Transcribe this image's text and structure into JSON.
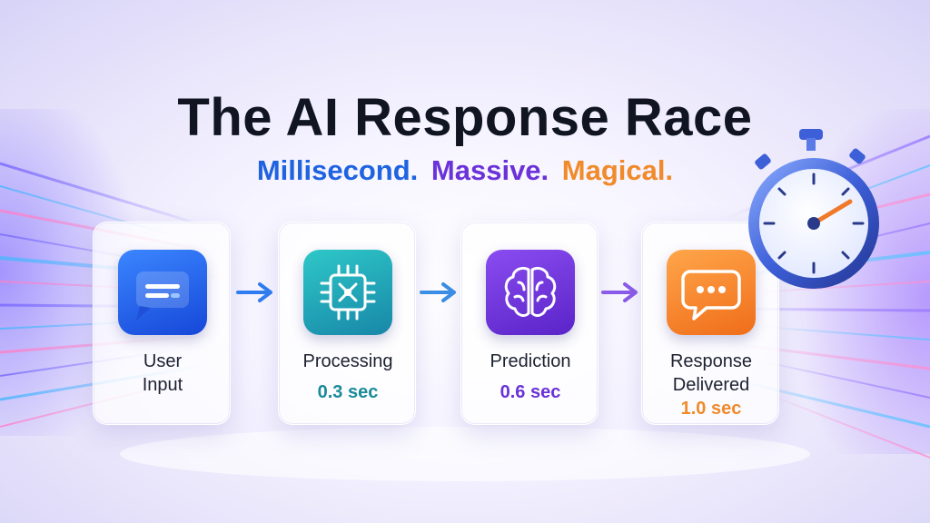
{
  "title": "The AI Response Race",
  "subtitle": {
    "part1": "Millisecond.",
    "part2": "Massive.",
    "part3": "Magical."
  },
  "colors": {
    "blue": "#1f63e0",
    "purple": "#6a32d8",
    "orange": "#f08a2a",
    "teal": "#1a8a9a"
  },
  "steps": [
    {
      "label_line1": "User",
      "label_line2": "Input",
      "time": "",
      "icon": "chat-bubble-icon"
    },
    {
      "label_line1": "Processing",
      "label_line2": "",
      "time": "0.3 sec",
      "icon": "processor-chip-icon"
    },
    {
      "label_line1": "Prediction",
      "label_line2": "",
      "time": "0.6 sec",
      "icon": "brain-icon"
    },
    {
      "label_line1": "Response",
      "label_line2": "Delivered",
      "time": "1.0 sec",
      "icon": "speech-bubble-dots-icon"
    }
  ],
  "decorations": [
    "stopwatch-icon",
    "speed-lines"
  ]
}
